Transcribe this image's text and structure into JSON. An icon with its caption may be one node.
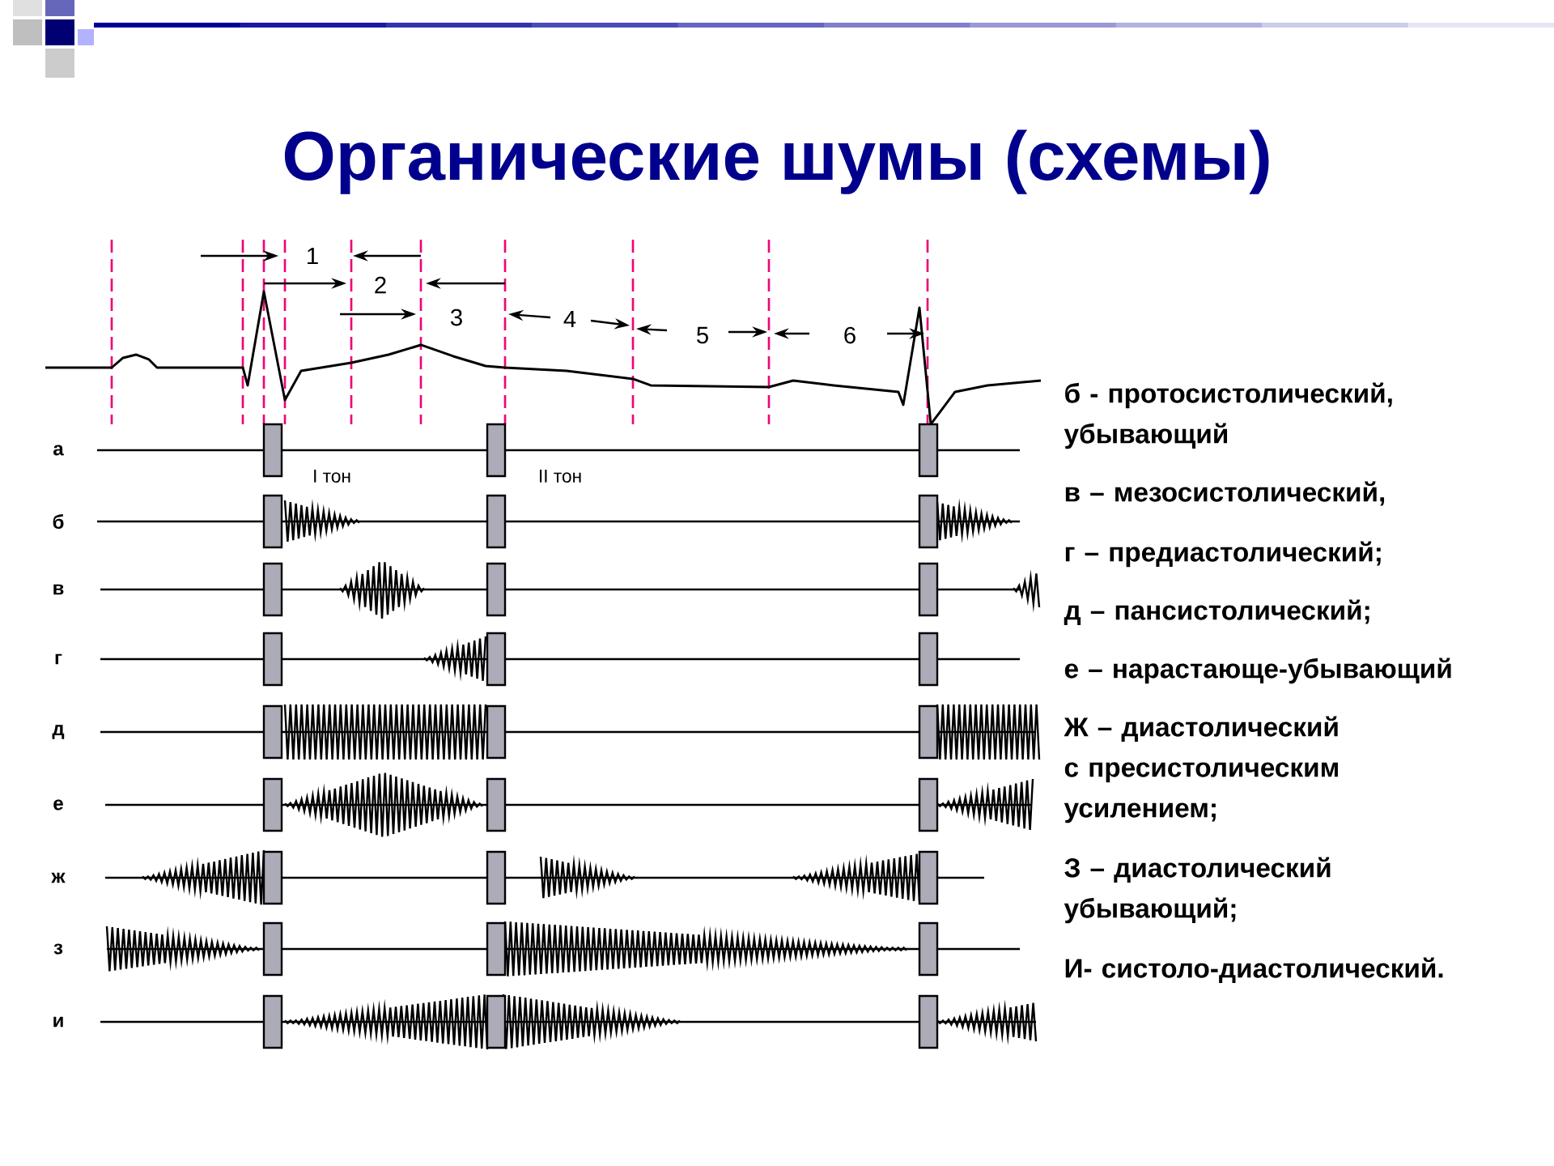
{
  "diagram": {
    "title": "Органические шумы (схемы)",
    "labels": [
      "1",
      "2",
      "3",
      "4",
      "5",
      "6",
      "а",
      "I тон",
      "II тон",
      "б",
      "в",
      "г",
      "д",
      "е",
      "ж",
      "з",
      "и",
      "б - протосистолический, убывающий",
      "в – мезосистолический,",
      "г – предиастолический;",
      "д – пансистолический;",
      "е – нарастающе-убывающий",
      "Ж – диастолический  с пресистолическим усилением;",
      "З – диастолический убывающий;",
      "И- систоло-диастолический."
    ]
  }
}
